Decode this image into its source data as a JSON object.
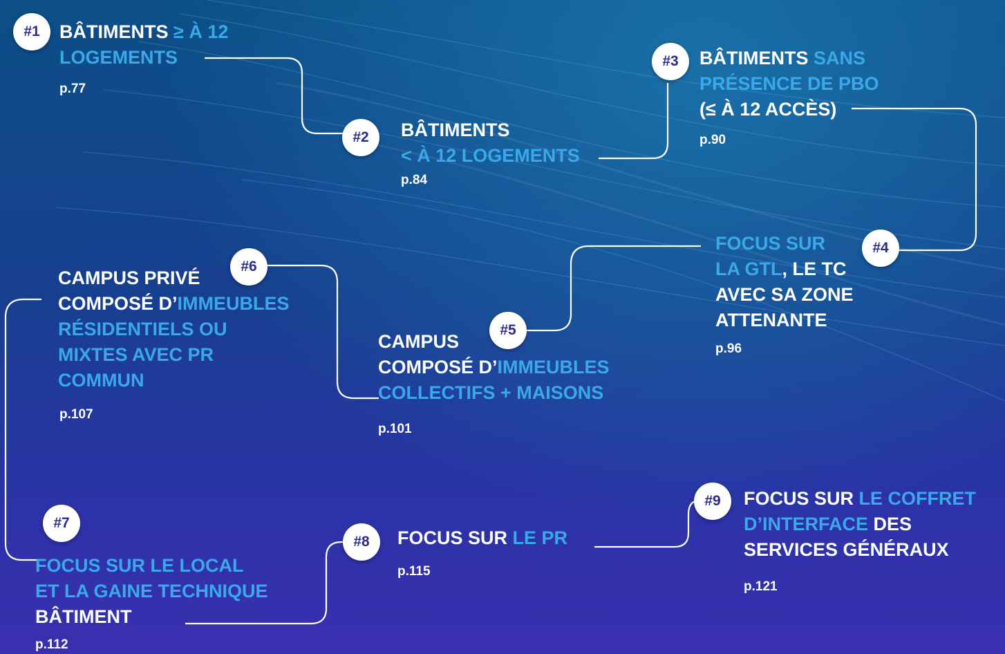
{
  "items": [
    {
      "badge": "#1",
      "lines": [
        [
          {
            "t": "BÂTIMENTS ",
            "c": "w"
          },
          {
            "t": "≥ À 12",
            "c": "b"
          }
        ],
        [
          {
            "t": "LOGEMENTS",
            "c": "b"
          }
        ]
      ],
      "page": "p.77"
    },
    {
      "badge": "#2",
      "lines": [
        [
          {
            "t": "BÂTIMENTS",
            "c": "w"
          }
        ],
        [
          {
            "t": "< À 12 LOGEMENTS",
            "c": "b"
          }
        ]
      ],
      "page": "p.84"
    },
    {
      "badge": "#3",
      "lines": [
        [
          {
            "t": "BÂTIMENTS ",
            "c": "w"
          },
          {
            "t": "SANS",
            "c": "b"
          }
        ],
        [
          {
            "t": "PRÉSENCE DE PBO",
            "c": "b"
          }
        ],
        [
          {
            "t": "(≤ À 12 ACCÈS)",
            "c": "w"
          }
        ]
      ],
      "page": "p.90"
    },
    {
      "badge": "#4",
      "lines": [
        [
          {
            "t": "FOCUS SUR",
            "c": "b"
          }
        ],
        [
          {
            "t": "LA GTL",
            "c": "b"
          },
          {
            "t": ", LE TC",
            "c": "w"
          }
        ],
        [
          {
            "t": "AVEC SA ZONE",
            "c": "w"
          }
        ],
        [
          {
            "t": "ATTENANTE",
            "c": "w"
          }
        ]
      ],
      "page": "p.96"
    },
    {
      "badge": "#5",
      "lines": [
        [
          {
            "t": "CAMPUS",
            "c": "w"
          }
        ],
        [
          {
            "t": "COMPOSÉ D’",
            "c": "w"
          },
          {
            "t": "IMMEUBLES",
            "c": "b"
          }
        ],
        [
          {
            "t": "COLLECTIFS + MAISONS",
            "c": "b"
          }
        ]
      ],
      "page": "p.101"
    },
    {
      "badge": "#6",
      "lines": [
        [
          {
            "t": "CAMPUS PRIVÉ",
            "c": "w"
          }
        ],
        [
          {
            "t": "COMPOSÉ D’",
            "c": "w"
          },
          {
            "t": "IMMEUBLES",
            "c": "b"
          }
        ],
        [
          {
            "t": "RÉSIDENTIELS OU",
            "c": "b"
          }
        ],
        [
          {
            "t": "MIXTES AVEC PR",
            "c": "b"
          }
        ],
        [
          {
            "t": "COMMUN",
            "c": "b"
          }
        ]
      ],
      "page": "p.107"
    },
    {
      "badge": "#7",
      "lines": [
        [
          {
            "t": "FOCUS SUR LE LOCAL",
            "c": "b"
          }
        ],
        [
          {
            "t": "ET LA GAINE TECHNIQUE",
            "c": "b"
          }
        ],
        [
          {
            "t": "BÂTIMENT",
            "c": "w"
          }
        ]
      ],
      "page": "p.112"
    },
    {
      "badge": "#8",
      "lines": [
        [
          {
            "t": "FOCUS SUR ",
            "c": "w"
          },
          {
            "t": "LE PR",
            "c": "b"
          }
        ]
      ],
      "page": "p.115"
    },
    {
      "badge": "#9",
      "lines": [
        [
          {
            "t": "FOCUS SUR ",
            "c": "w"
          },
          {
            "t": "LE COFFRET",
            "c": "b"
          }
        ],
        [
          {
            "t": "D’INTERFACE",
            "c": "b"
          },
          {
            "t": " DES",
            "c": "w"
          }
        ],
        [
          {
            "t": "SERVICES GÉNÉRAUX",
            "c": "w"
          }
        ]
      ],
      "page": "p.121"
    }
  ]
}
